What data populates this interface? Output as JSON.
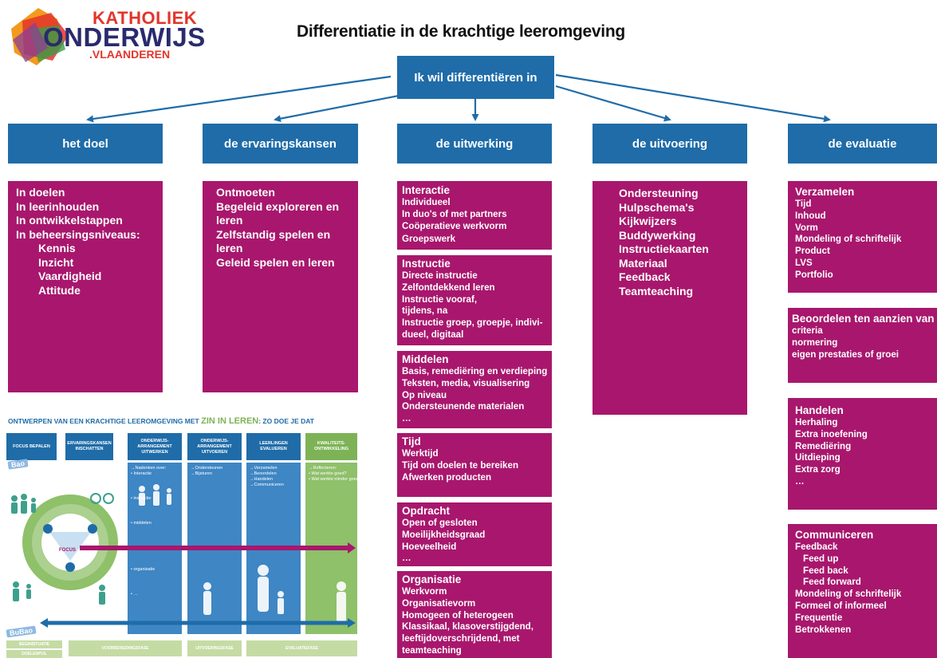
{
  "logo": {
    "katholiek": "KATHOLIEK",
    "onderwijs": "ONDERWIJS",
    "vlaanderen": ".VLAANDEREN"
  },
  "title": "Differentiatie in de krachtige leeromgeving",
  "root": "Ik wil differentiëren in",
  "columns": [
    {
      "label": "het doel"
    },
    {
      "label": "de ervaringskansen"
    },
    {
      "label": "de uitwerking"
    },
    {
      "label": "de uitvoering"
    },
    {
      "label": "de evaluatie"
    }
  ],
  "doel": {
    "items": [
      "In doelen",
      "In leerinhouden",
      "In ontwikkelstappen",
      "In beheersingsniveaus:"
    ],
    "subitems": [
      "Kennis",
      "Inzicht",
      "Vaardigheid",
      "Attitude"
    ]
  },
  "ervaringskansen": {
    "items": [
      "Ontmoeten",
      "Begeleid exploreren en",
      "leren",
      "Zelfstandig spelen en",
      "leren",
      "Geleid spelen en leren"
    ]
  },
  "uitwerking": [
    {
      "heading": "Interactie",
      "items": [
        "Individueel",
        "In duo's of met partners",
        "Coöperatieve werkvorm",
        "Groepswerk"
      ]
    },
    {
      "heading": "Instructie",
      "items": [
        "Directe instructie",
        "Zelfontdekkend leren",
        "Instructie vooraf,",
        "tijdens, na",
        "Instructie groep, groepje,  indivi-",
        "dueel, digitaal"
      ]
    },
    {
      "heading": "Middelen",
      "items": [
        "Basis, remediëring en verdieping",
        "Teksten, media, visualisering",
        "Op niveau",
        "Ondersteunende materialen",
        "…"
      ]
    },
    {
      "heading": "Tijd",
      "items": [
        "Werktijd",
        "Tijd om doelen te bereiken",
        "Afwerken producten"
      ]
    },
    {
      "heading": "Opdracht",
      "items": [
        "Open of gesloten",
        "Moeilijkheidsgraad",
        "Hoeveelheid",
        "…"
      ]
    },
    {
      "heading": "Organisatie",
      "items": [
        "Werkvorm",
        "Organisatievorm",
        "Homogeen of heterogeen",
        "Klassikaal, klasoverstijgdend,",
        "leeftijdoverschrijdend, met",
        "teamteaching"
      ]
    }
  ],
  "uitvoering": {
    "items": [
      "Ondersteuning",
      "Hulpschema's",
      "Kijkwijzers",
      "Buddywerking",
      "Instructiekaarten",
      "Materiaal",
      "Feedback",
      "Teamteaching"
    ]
  },
  "evaluatie": [
    {
      "heading": "Verzamelen",
      "items": [
        "Tijd",
        "Inhoud",
        "Vorm",
        "Mondeling of schriftelijk",
        "Product",
        "LVS",
        "Portfolio"
      ]
    },
    {
      "heading": "Beoordelen ten aanzien van",
      "items": [
        "criteria",
        "normering",
        "eigen prestaties of groei"
      ]
    },
    {
      "heading": "Handelen",
      "items": [
        "Herhaling",
        "Extra inoefening",
        "Remediëring",
        "Uitdieping",
        "Extra zorg",
        "…"
      ]
    },
    {
      "heading": "Communiceren",
      "items": [
        "Feedback",
        "Feed up",
        "Feed back",
        "Feed forward",
        "Mondeling of schriftelijk",
        "Formeel of informeel",
        "Frequentie",
        "Betrokkenen"
      ]
    }
  ],
  "inset": {
    "title_a": "ONTWERPEN VAN EEN KRACHTIGE LEEROMGEVING MET ",
    "title_b": "ZIN IN LEREN",
    "title_c": ": ZO DOE JE DAT",
    "heads": [
      "FOCUS BEPALEN",
      "ERVARINGSKANSEN INSCHATTEN",
      "ONDERWIJS-ARRANGEMENT UITWERKEN",
      "ONDERWIJS-ARRANGEMENT UITVOEREN",
      "LEERLINGEN EVALUEREN",
      "KWALITEITS-ONTWIKKELING"
    ],
    "uitwerken": [
      "→Nadenken over:",
      "• Interactie",
      "• instructie",
      "• middelen",
      "• tijd",
      "• organisatie",
      "• …"
    ],
    "uitvoeren": [
      "→Ondersteunen",
      "→Bijsturen"
    ],
    "evalueren": [
      "→Verzamelen",
      "→Beoordelen",
      "→Handelen",
      "→Communiceren"
    ],
    "kwaliteit": [
      "→Reflecteren:",
      "• Wat werkte goed?",
      "• Wat werkte minder goed?"
    ],
    "tag_bao": "Bao",
    "tag_bubao": "BuBao",
    "focus": "FOCUS",
    "phases": [
      "VOORBEREIDINGSFASE",
      "UITVOERINGSFASE",
      "EVALUATIEFASE"
    ],
    "bottom_left": [
      "BEGINSITUATIE",
      "DOELENPIJL"
    ]
  },
  "colors": {
    "blue": "#1f6ca8",
    "magenta": "#a8176d",
    "green": "#7db356"
  }
}
